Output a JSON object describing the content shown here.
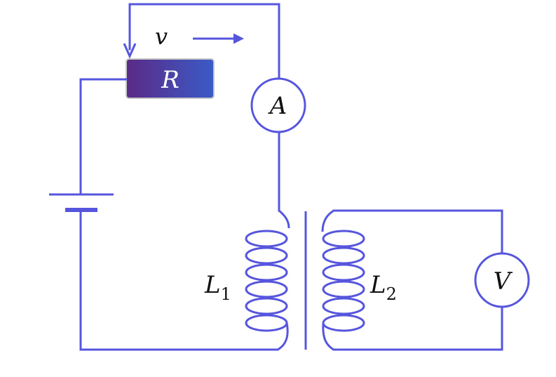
{
  "colors": {
    "wire": "#5555dd",
    "resistor_gradient": [
      "#5b2a86",
      "#3a5bc7"
    ],
    "text": "#111111",
    "resistor_text": "#ffffff"
  },
  "resistor": {
    "label": "R"
  },
  "velocity": {
    "label": "v",
    "icon": "right-arrow-icon"
  },
  "ammeter": {
    "label": "A"
  },
  "voltmeter": {
    "label": "V"
  },
  "primary_coil": {
    "letter": "L",
    "subscript": "1"
  },
  "secondary_coil": {
    "letter": "L",
    "subscript": "2"
  }
}
